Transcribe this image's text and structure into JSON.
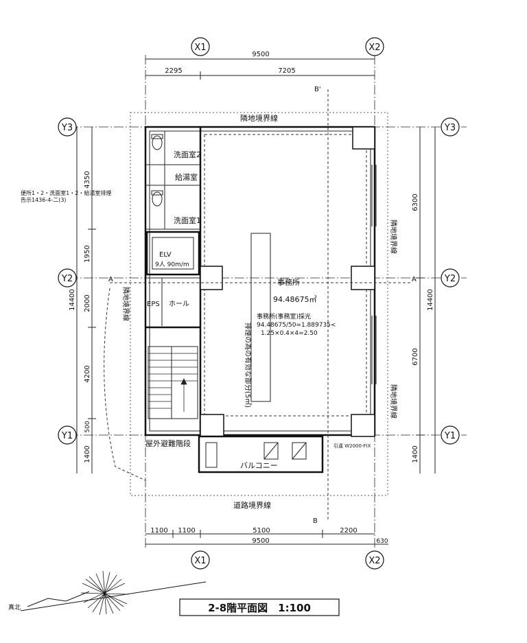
{
  "grid": {
    "x1": "X1",
    "x2": "X2",
    "y1": "Y1",
    "y2": "Y2",
    "y3": "Y3"
  },
  "dims": {
    "top_total": "9500",
    "top_a": "2295",
    "top_b": "7205",
    "bottom_a": "1100",
    "bottom_b": "1100",
    "bottom_c": "5100",
    "bottom_d": "2200",
    "bottom_total": "9500",
    "bottom_extra": "630",
    "left_1400": "1400",
    "left_500": "500",
    "left_4200": "4200",
    "left_2000": "2000",
    "left_1950": "1950",
    "left_4350": "4350",
    "left_total": "14400",
    "right_6300": "6300",
    "right_6700": "6700",
    "right_1400": "1400",
    "right_total": "14400"
  },
  "labels": {
    "boundary_top": "隣地境界線",
    "boundary_right_1": "隣地境界線",
    "boundary_right_2": "隣地境界線",
    "boundary_left": "隣地境界線",
    "road_boundary": "道路境界線",
    "washroom_2": "洗面室2",
    "kitchenette": "給湯室",
    "washroom_1": "洗面室1",
    "elv": "ELV",
    "elv_spec": "9人 90m/m",
    "eps": "EPS",
    "hall": "ホール",
    "office": "事務所",
    "office_area": "94.48675㎡",
    "vent_line1": "事務所(事務室)採光",
    "vent_line2": "94.48675/50=1.889735<",
    "vent_line3": "1.25×0.4×4=2.50",
    "smoke_exhaust": "排煙の為の有効な部分(5㎡)",
    "outdoor_stair": "屋外避難階段",
    "balcony": "バルコニー",
    "note_left": "便所1・2・洗面室1・2・給湯室排煙",
    "note_left_2": "告示1436-4-二(3)",
    "section_a_left": "A",
    "section_a_right": "A",
    "section_b_top": "B'",
    "section_b_bottom": "B",
    "window_note": "引違 W2000-FIX",
    "north_label": "真北"
  },
  "title": "2-8階平面図　1:100"
}
